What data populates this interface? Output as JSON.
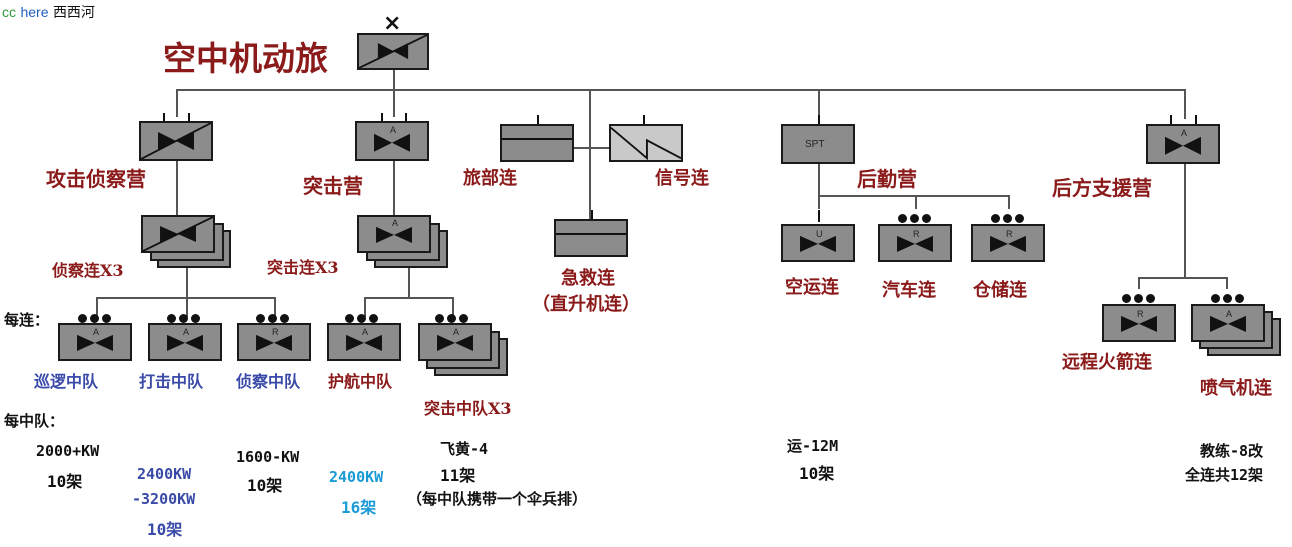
{
  "watermark": {
    "cc": "cc",
    "here": "here",
    "site": "西西河"
  },
  "brigade": {
    "title": "空中机动旅",
    "symbol_mark": "×"
  },
  "battalions": {
    "attack_recon": "攻击侦察营",
    "assault": "突击营",
    "hq_company": "旅部连",
    "signal_company": "信号连",
    "medevac_company": "急救连",
    "medevac_note": "（直升机连）",
    "logistics": "后勤营",
    "rear_support": "后方支援营"
  },
  "companies": {
    "recon_x3": "侦察连X3",
    "assault_x3": "突击连X3",
    "airlift": "空运连",
    "truck": "汽车连",
    "storage": "仓储连",
    "rocket": "远程火箭连",
    "jet": "喷气机连"
  },
  "symbol_letters": {
    "A": "A",
    "R": "R",
    "U": "U",
    "SPT": "SPT"
  },
  "per_company_label": "每连：",
  "squadrons": {
    "patrol": "巡逻中队",
    "strike": "打击中队",
    "recon": "侦察中队",
    "escort": "护航中队",
    "assault_x3": "突击中队X3"
  },
  "per_squadron_label": "每中队：",
  "specs": {
    "patrol_power": "2000+KW",
    "patrol_count": "10架",
    "strike_power_1": "2400KW",
    "strike_power_2": "-3200KW",
    "strike_count": "10架",
    "recon_power": "1600-KW",
    "recon_count": "10架",
    "escort_power": "2400KW",
    "escort_count": "16架",
    "assault_type": "飞黄-4",
    "assault_count": "11架",
    "assault_note": "（每中队携带一个伞兵排）",
    "airlift_type": "运-12M",
    "airlift_count": "10架",
    "jet_type": "教练-8改",
    "jet_count": "全连共12架"
  },
  "colors": {
    "label_red": "#8b1a1a",
    "squadron_blue": "#3a4aa8",
    "light_blue": "#1a9ad6",
    "symbol_gray": "#8c8c8c"
  }
}
